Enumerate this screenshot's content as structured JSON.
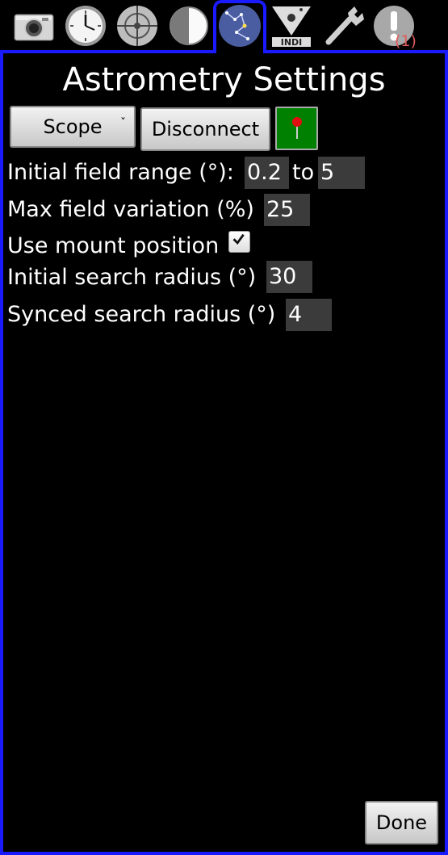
{
  "tabs": [
    {
      "name": "camera-icon"
    },
    {
      "name": "clock-icon"
    },
    {
      "name": "crosshair-icon"
    },
    {
      "name": "half-moon-icon"
    },
    {
      "name": "constellation-icon",
      "selected": true
    },
    {
      "name": "indi-icon",
      "label": "INDI"
    },
    {
      "name": "wrench-icon"
    },
    {
      "name": "alert-icon",
      "badge": "(1)"
    }
  ],
  "title": "Astrometry Settings",
  "toolbar": {
    "device_select": "Scope",
    "disconnect_label": "Disconnect",
    "pin_icon": "map-pin-icon"
  },
  "settings": {
    "field_range_label": "Initial field range (°):",
    "field_range_min": "0.2",
    "field_range_to": "to",
    "field_range_max": "5",
    "max_variation_label": "Max field variation (%)",
    "max_variation_value": "25",
    "mount_position_label": "Use mount position",
    "mount_position_checked": true,
    "initial_radius_label": "Initial search radius (°)",
    "initial_radius_value": "30",
    "synced_radius_label": "Synced search radius (°)",
    "synced_radius_value": "4"
  },
  "done_label": "Done",
  "colors": {
    "border": "#1a1aff",
    "field_bg": "#3b3b3b",
    "pin_bg": "#008000",
    "badge": "#e05a5a"
  }
}
